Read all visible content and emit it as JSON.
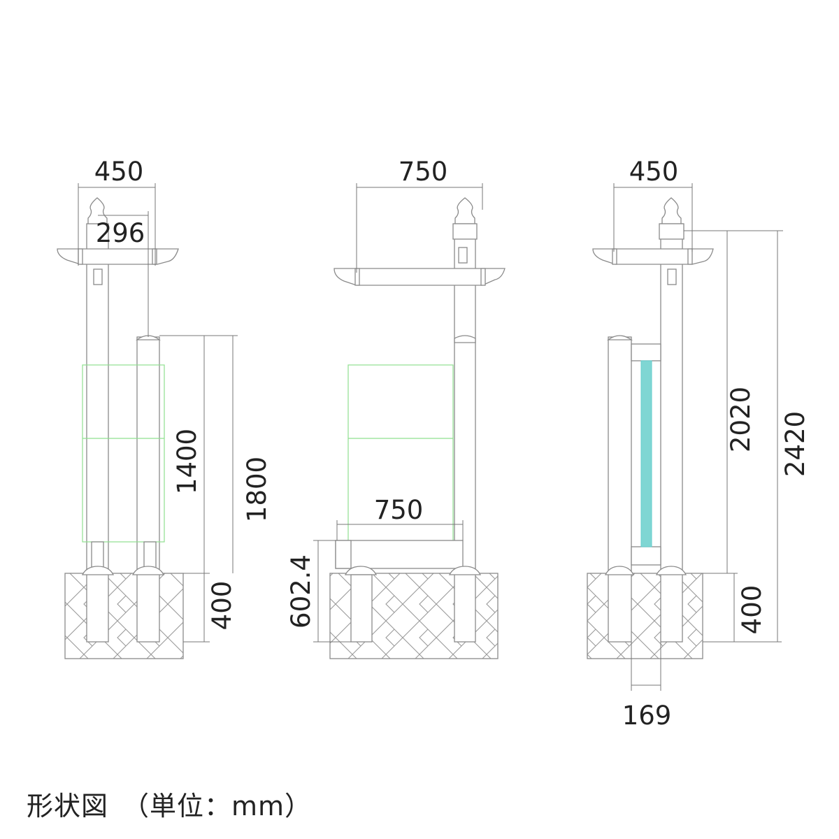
{
  "views": {
    "front": {
      "width_top": "450",
      "post_spacing": "296",
      "height_inner": "1400",
      "height_total": "1800",
      "depth_base": "400"
    },
    "side": {
      "width_top": "750",
      "bench_width": "750",
      "bench_height": "602.4"
    },
    "rear": {
      "width_top": "450",
      "height_to_plate": "2020",
      "height_total": "2420",
      "depth_base": "400",
      "post_gap": "169"
    }
  },
  "caption": "形状図　（単位：mm）",
  "colors": {
    "line": "#8a8a8a",
    "sign_outline": "#8fe08f",
    "glass": "#7fd6d3"
  }
}
